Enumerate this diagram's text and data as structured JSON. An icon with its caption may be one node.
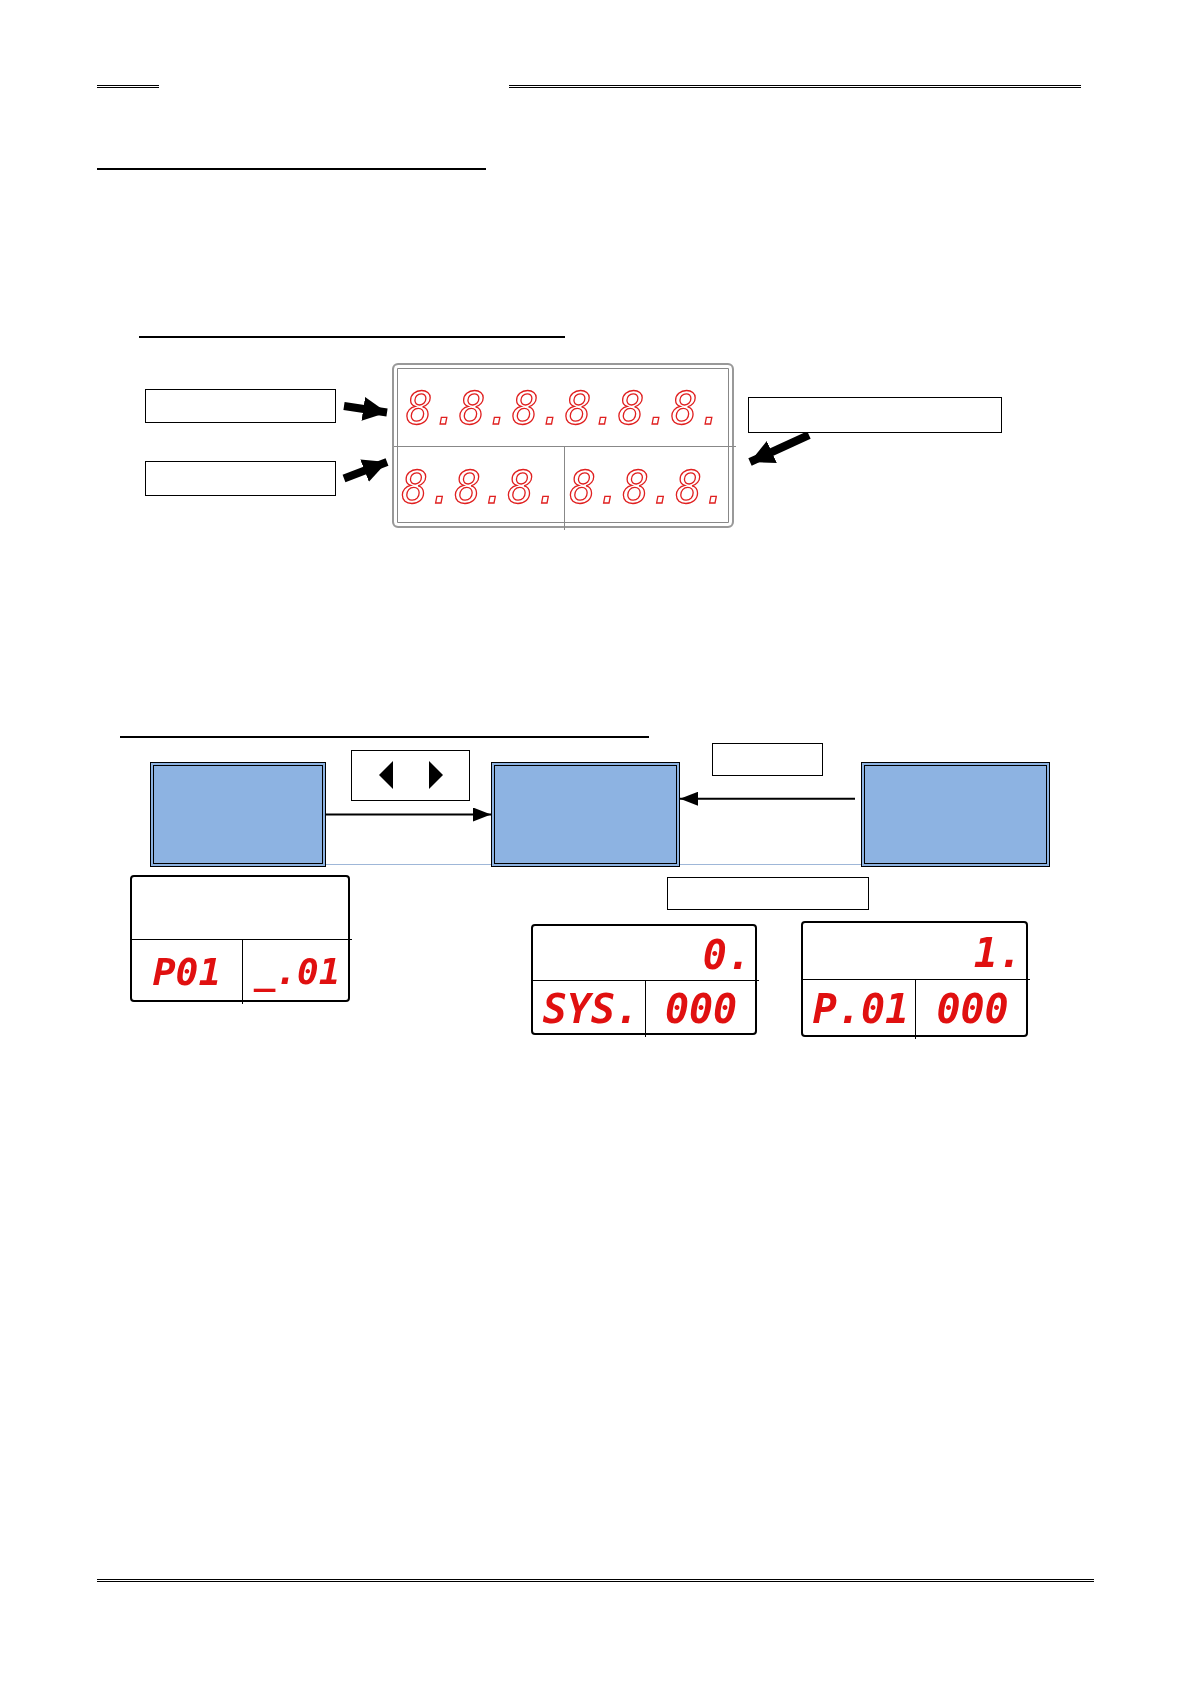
{
  "diagram": {
    "nodes": [
      {
        "text": [],
        "shape": "box"
      },
      {
        "text": [],
        "shape": "box"
      },
      {
        "text": [
          "8.8.8.8.8.8.",
          "8.8.8.",
          "8.8.8."
        ]
      },
      {
        "text": [],
        "shape": "box"
      },
      {
        "text": [],
        "shape": "box"
      },
      {
        "text": [],
        "shape": "box"
      },
      {
        "text": [],
        "shape": "box"
      },
      {
        "text": [],
        "shape": "box"
      },
      {
        "text": [],
        "shape": "box"
      },
      {
        "text": [],
        "shape": "box"
      },
      {
        "text": [
          "P01",
          "_.01"
        ]
      },
      {
        "text": [
          "0.",
          "SYS.",
          "000"
        ]
      },
      {
        "text": [
          "1.",
          "P.01",
          "000"
        ]
      }
    ],
    "edges": [
      {
        "from": 0,
        "to": 2,
        "arrow": "to"
      },
      {
        "from": 1,
        "to": 2,
        "arrow": "to"
      },
      {
        "from": 3,
        "to": 2,
        "arrow": "to"
      },
      {
        "from": 4,
        "to": 5,
        "arrow": "to"
      },
      {
        "from": 6,
        "to": 5,
        "arrow": "to"
      }
    ]
  }
}
